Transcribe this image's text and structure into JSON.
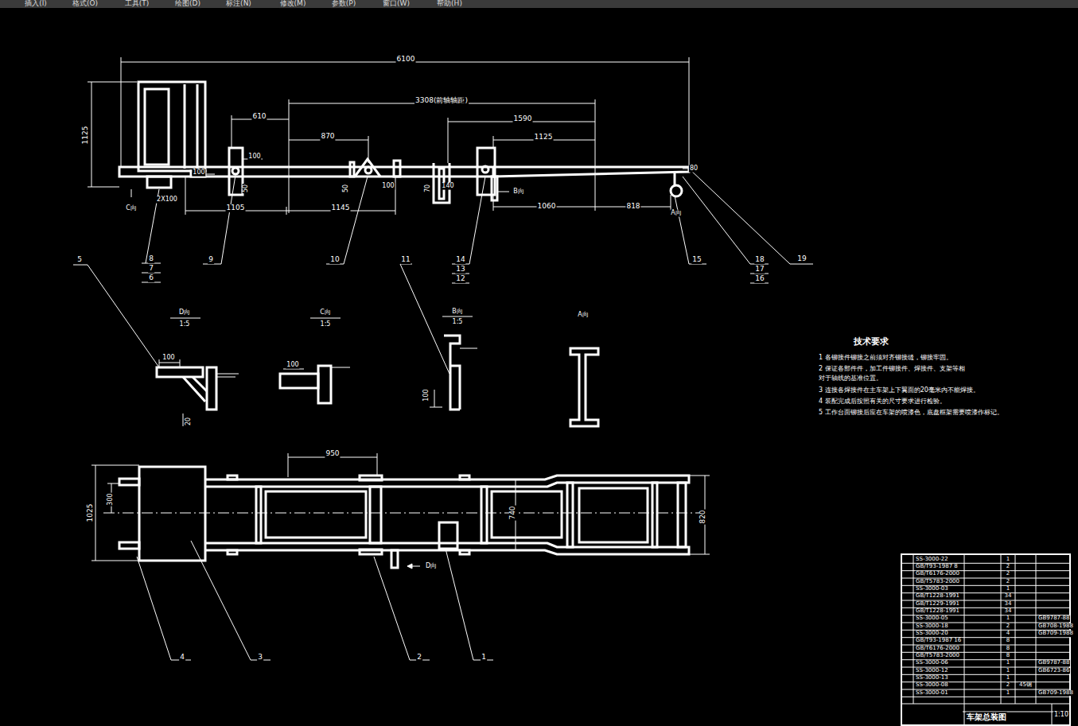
{
  "diagram": {
    "labels": [
      "插入(I)",
      "格式(O)",
      "工具(T)",
      "绘图(D)",
      "标注(N)",
      "修改(M)",
      "参数(P)",
      "窗口(W)",
      "帮助(H)",
      "6100",
      "3308(前轴轴距)",
      "610",
      "870",
      "1590",
      "1125",
      "1125",
      "100",
      "100",
      "50",
      "50",
      "100",
      "70",
      "140",
      "2X100",
      "1105",
      "1145",
      "1060",
      "818",
      "80",
      "B向",
      "A向",
      "C向",
      "8",
      "7",
      "6",
      "9",
      "10",
      "11",
      "14",
      "13",
      "12",
      "15",
      "18",
      "17",
      "16",
      "19",
      "5",
      "D向",
      "1:5",
      "C向",
      "1:5",
      "B向",
      "1:5",
      "A向",
      "100",
      "20",
      "100",
      "100",
      "技术要求",
      "1  各铆接件铆接之前须对齐铆接缝，铆接牢固。",
      "2  保证各部件件，加工件铆接件、焊接件、支架等相对于轴线的基准位置。",
      "3  连接各焊接件在主车架上下翼面的20毫米内不能焊接。",
      "4  装配完成后按照有关的尺寸要求进行检验。",
      "5  工作台面铆接后应在车架的喷漆色，底盘框架需要喷漆作标记。",
      "950",
      "1025",
      "300",
      "740",
      "820",
      "D向",
      "4",
      "3",
      "2",
      "1",
      "SS-3000-22",
      "GB/T93-1987 8",
      "GB/T6176-2000",
      "GB/T5783-2000",
      "SS-3000-03",
      "GB/T1228-1991",
      "GB/T1229-1991",
      "GB/T1228-1991",
      "SS-3000-05",
      "SS-3000-18",
      "SS-3000-20",
      "GB/T93-1987 16",
      "GB/T6176-2000",
      "GB/T5783-2000",
      "SS-3000-06",
      "SS-3000-12",
      "SS-3000-13",
      "SS-3000-08",
      "SS-3000-01",
      "1",
      "2",
      "2",
      "2",
      "1",
      "34",
      "34",
      "34",
      "1",
      "2",
      "4",
      "8",
      "8",
      "8",
      "1",
      "1",
      "1",
      "2",
      "1",
      "GB9787-88",
      "GB708-1988",
      "GB709-1988",
      "GB9787-88",
      "GB6723-86",
      "GB709-1988",
      "45钢",
      "车架总装图",
      "1:10"
    ]
  }
}
